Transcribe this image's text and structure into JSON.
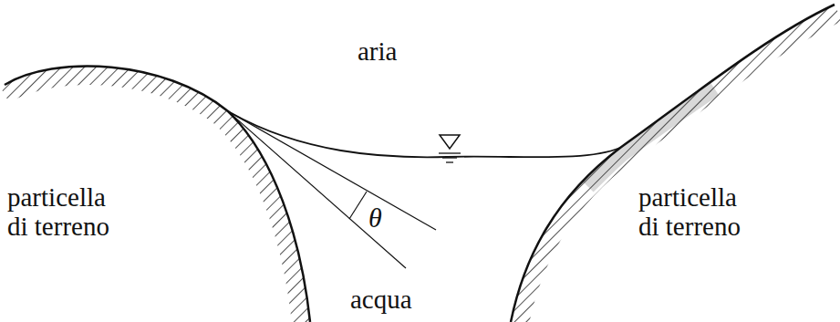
{
  "diagram": {
    "labels": [
      "aria",
      "particella di terreno",
      "θ",
      "acqua",
      "particella di terreno"
    ]
  }
}
